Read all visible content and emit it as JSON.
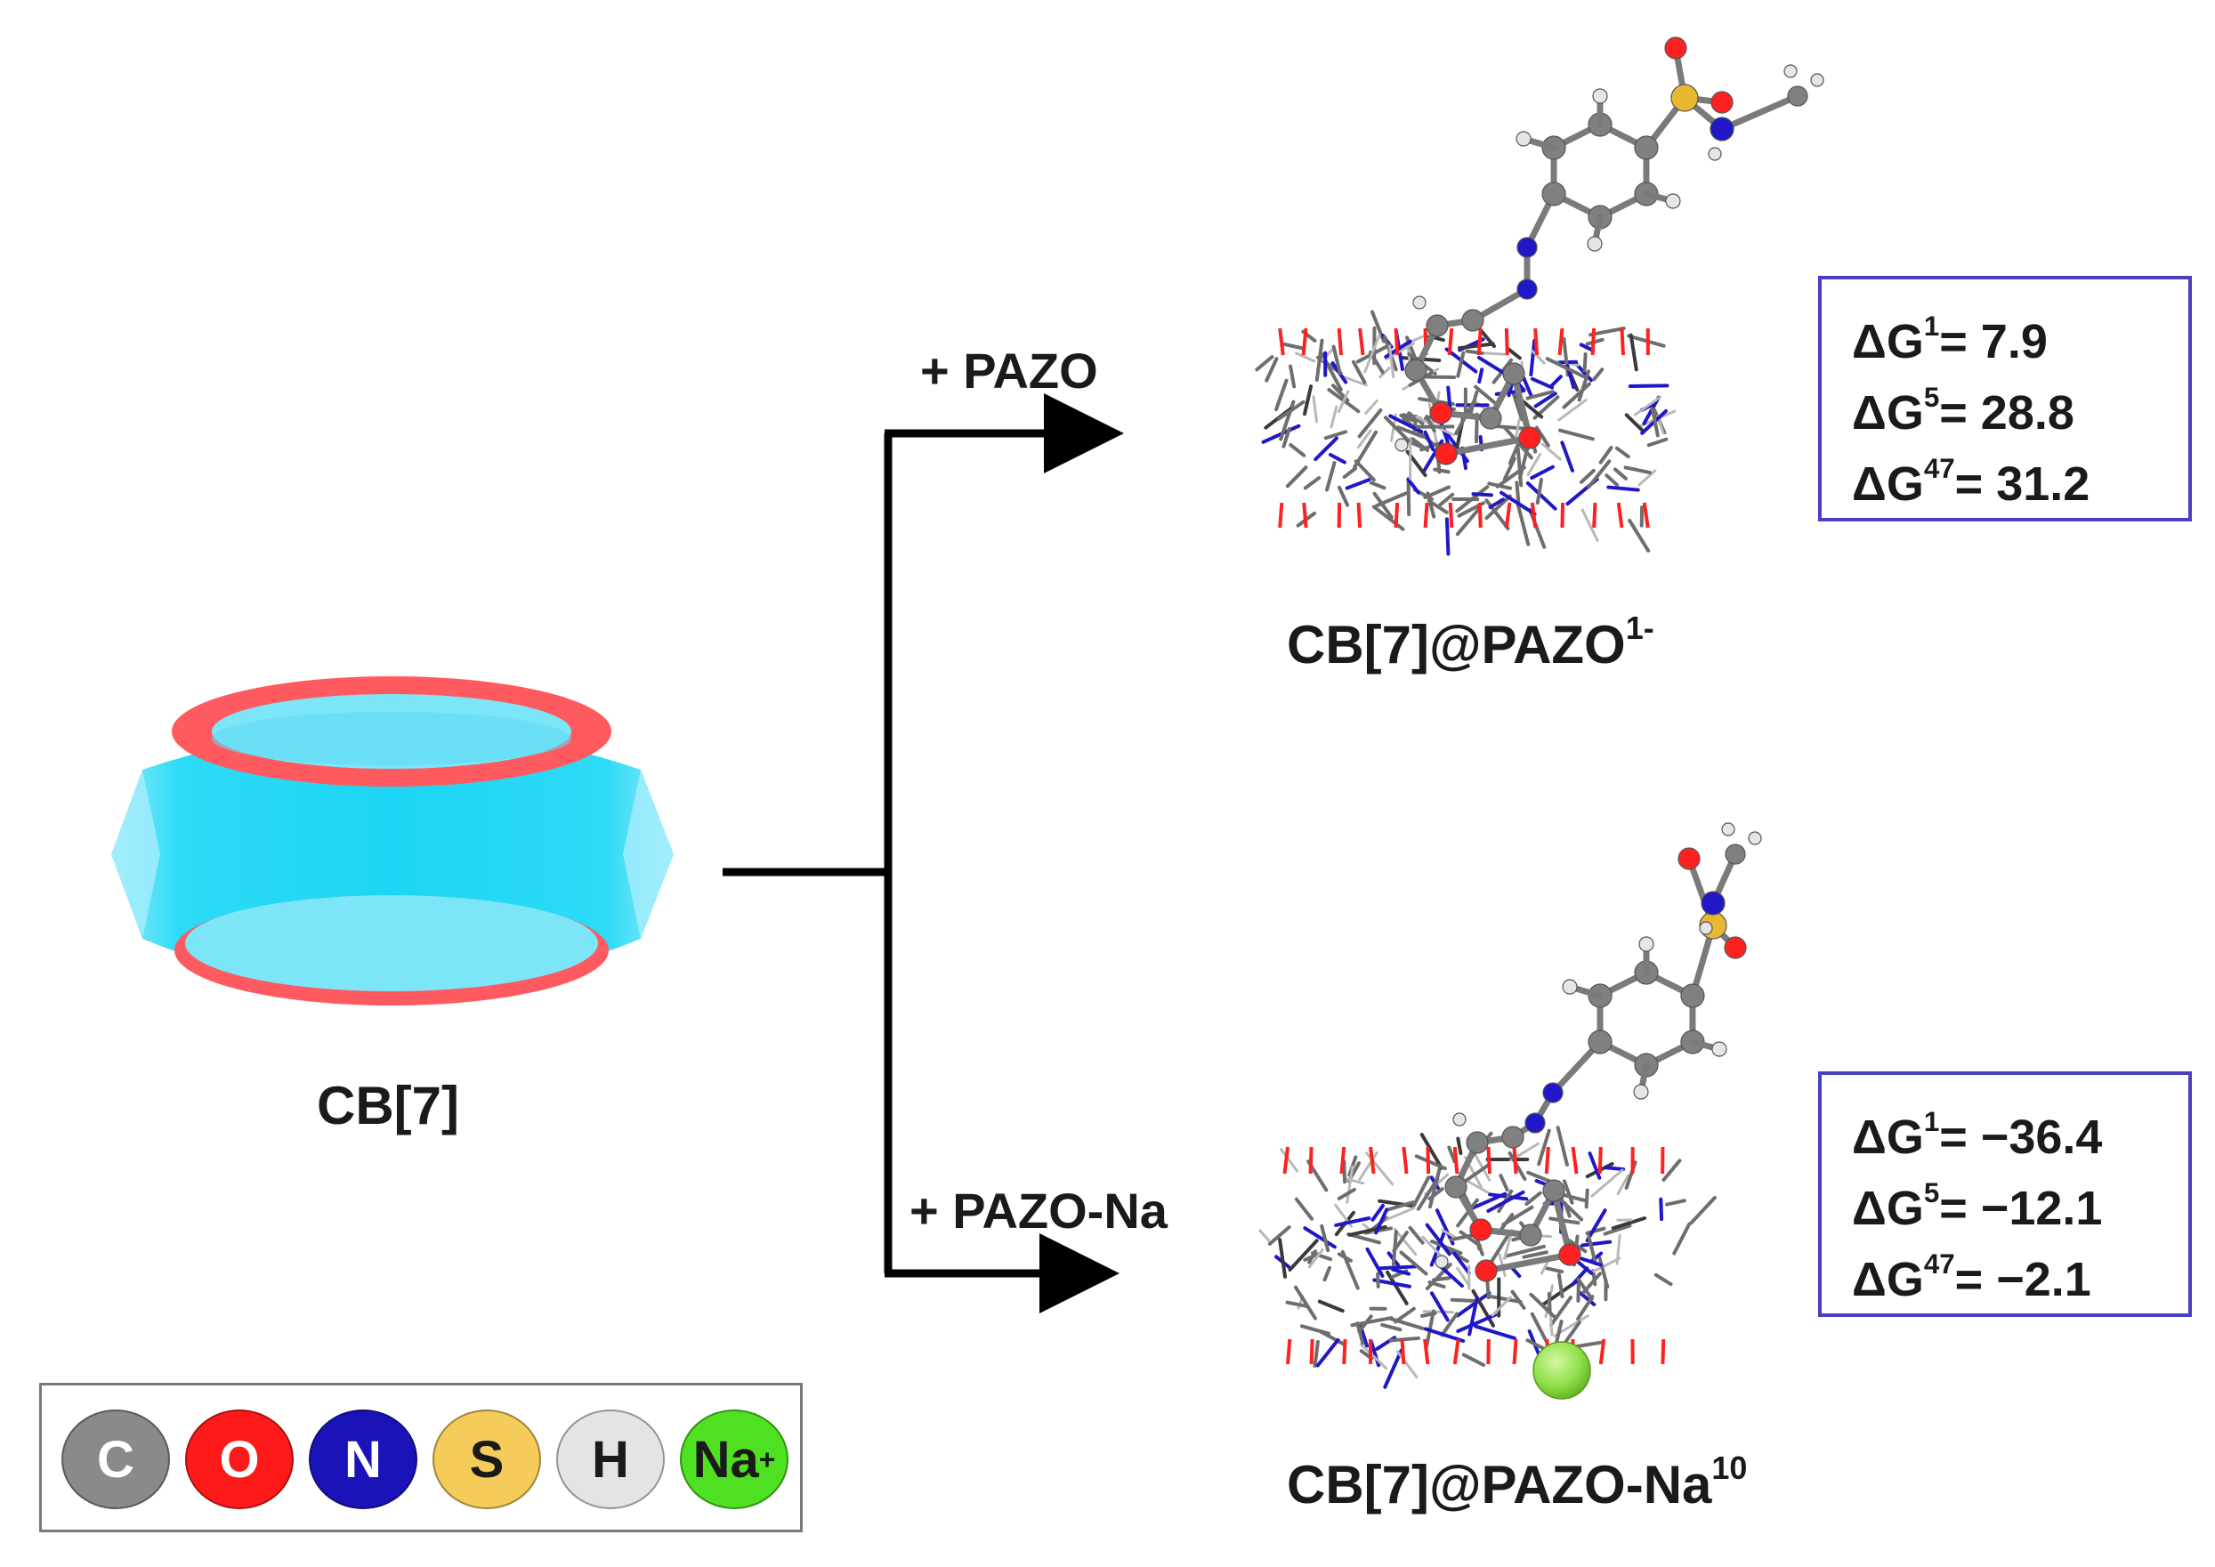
{
  "reactant": {
    "label": "CB[7]",
    "cap_color": "#ff5a60",
    "body_color": "#1fd8f5"
  },
  "arrows": {
    "upper_label": "+ PAZO",
    "lower_label": "+ PAZO-Na"
  },
  "products": [
    {
      "label_main": "CB[7]@PAZO",
      "label_super": "1-",
      "energies": [
        {
          "symbol": "ΔG",
          "sup": "1",
          "value": "= 7.9"
        },
        {
          "symbol": "ΔG",
          "sup": "5",
          "value": "= 28.8"
        },
        {
          "symbol": "ΔG",
          "sup": "47",
          "value": "= 31.2"
        }
      ]
    },
    {
      "label_main": "CB[7]@PAZO-Na",
      "label_super": "10",
      "energies": [
        {
          "symbol": "ΔG",
          "sup": "1",
          "value": "= −36.4"
        },
        {
          "symbol": "ΔG",
          "sup": "5",
          "value": "= −12.1"
        },
        {
          "symbol": "ΔG",
          "sup": "47",
          "value": "= −2.1"
        }
      ]
    }
  ],
  "legend": [
    {
      "symbol": "C",
      "sup": "",
      "fill": "#8a8a8a",
      "text_color": "#ffffff"
    },
    {
      "symbol": "O",
      "sup": "",
      "fill": "#ff1a1a",
      "text_color": "#ffffff"
    },
    {
      "symbol": "N",
      "sup": "",
      "fill": "#1a14b8",
      "text_color": "#ffffff"
    },
    {
      "symbol": "S",
      "sup": "",
      "fill": "#f5cc5a",
      "text_color": "#1a1a1a"
    },
    {
      "symbol": "H",
      "sup": "",
      "fill": "#e4e4e4",
      "text_color": "#1a1a1a"
    },
    {
      "symbol": "Na",
      "sup": "+",
      "fill": "#4fe021",
      "text_color": "#1a1a1a"
    }
  ],
  "colors": {
    "arrow": "#000000",
    "box_border": "#4a3fbf",
    "carbon": "#8a8a8a",
    "oxygen": "#ff2020",
    "nitrogen": "#1f17c8",
    "sulfur": "#e8b830",
    "hydrogen": "#e6e6e6",
    "sodium": "#8fe04a"
  }
}
